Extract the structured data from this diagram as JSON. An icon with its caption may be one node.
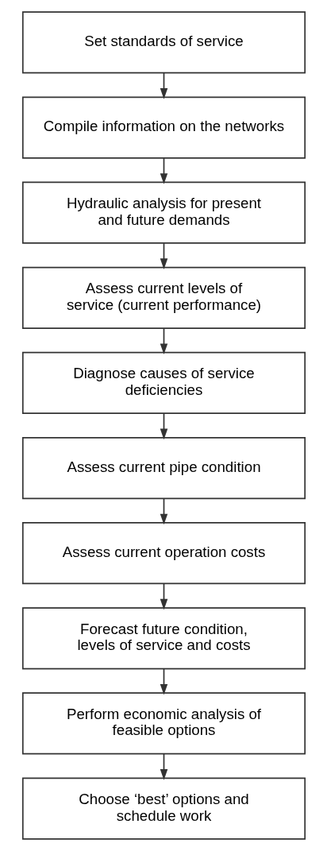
{
  "diagram": {
    "nodes": [
      {
        "text": [
          "Set standards of service"
        ]
      },
      {
        "text": [
          "Compile information on the networks"
        ]
      },
      {
        "text": [
          "Hydraulic analysis for present and future demands"
        ]
      },
      {
        "text": [
          "Assess current levels of service (current performance)"
        ]
      },
      {
        "text": [
          "Diagnose causes of service deficiencies"
        ]
      },
      {
        "text": [
          "Assess current pipe condition"
        ]
      },
      {
        "text": [
          "Assess current operation costs"
        ]
      },
      {
        "text": [
          "Forecast future condition, levels of service and costs"
        ]
      },
      {
        "text": [
          "Perform economic analysis of feasible options"
        ]
      },
      {
        "text": [
          "Choose ‘best’ options and schedule work"
        ]
      }
    ],
    "edges": [
      {
        "from": 0,
        "to": 1,
        "arrow": "to"
      },
      {
        "from": 1,
        "to": 2,
        "arrow": "to"
      },
      {
        "from": 2,
        "to": 3,
        "arrow": "to"
      },
      {
        "from": 3,
        "to": 4,
        "arrow": "to"
      },
      {
        "from": 4,
        "to": 5,
        "arrow": "to"
      },
      {
        "from": 5,
        "to": 6,
        "arrow": "to"
      },
      {
        "from": 6,
        "to": 7,
        "arrow": "to"
      },
      {
        "from": 7,
        "to": 8,
        "arrow": "to"
      },
      {
        "from": 8,
        "to": 9,
        "arrow": "to"
      }
    ]
  }
}
